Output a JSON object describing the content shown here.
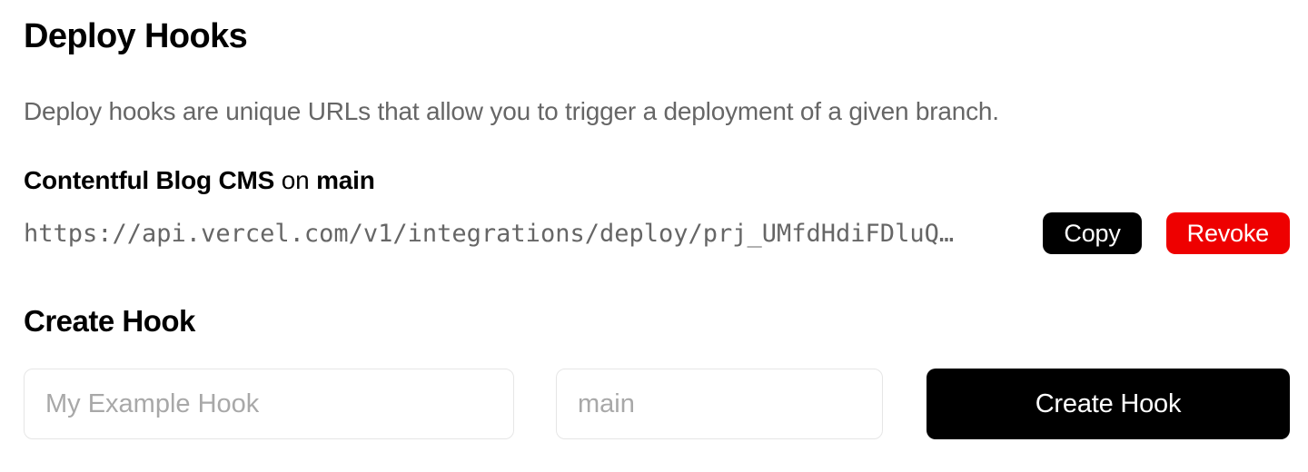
{
  "page": {
    "title": "Deploy Hooks",
    "description": "Deploy hooks are unique URLs that allow you to trigger a deployment of a given branch."
  },
  "hook": {
    "name": "Contentful Blog CMS",
    "connector": "on",
    "branch": "main",
    "url": "https://api.vercel.com/v1/integrations/deploy/prj_UMfdHdiFDluQ…",
    "copy_label": "Copy",
    "revoke_label": "Revoke"
  },
  "create": {
    "title": "Create Hook",
    "name_placeholder": "My Example Hook",
    "branch_placeholder": "main",
    "submit_label": "Create Hook"
  },
  "colors": {
    "accent_black": "#000000",
    "danger_red": "#ee0000",
    "muted_text": "#666666",
    "placeholder": "#a8a8a8",
    "input_border": "#e6e6e6"
  }
}
